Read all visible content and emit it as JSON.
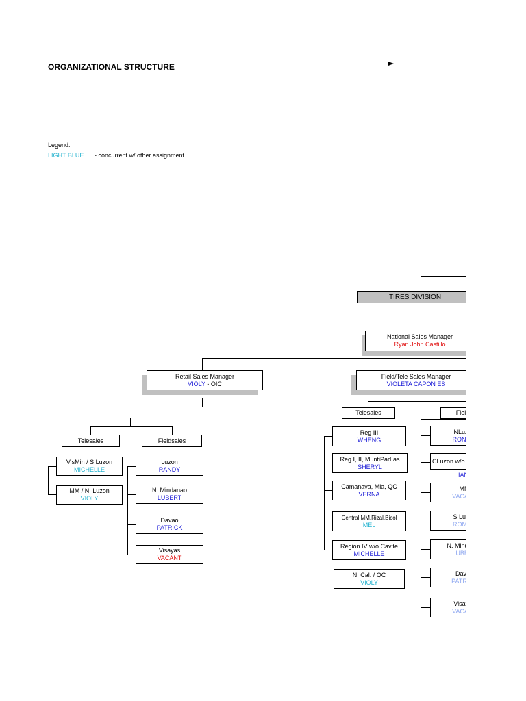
{
  "title": "ORGANIZATIONAL STRUCTURE",
  "legend": {
    "label": "Legend:",
    "key": "LIGHT BLUE",
    "desc": "- concurrent w/ other assignment"
  },
  "division": "TIRES DIVISION",
  "national": {
    "role": "National Sales Manager",
    "name": "Ryan John Castillo"
  },
  "retail": {
    "role": "Retail Sales Manager",
    "name": "VIOLY",
    "suffix": " - OIC",
    "telesales": "Telesales",
    "fieldsales": "Fieldsales",
    "tele_units": [
      {
        "area": "VisMin / S Luzon",
        "name": "MICHELLE"
      },
      {
        "area": "MM / N. Luzon",
        "name": "VIOLY"
      }
    ],
    "field_units": [
      {
        "area": "Luzon",
        "name": "RANDY"
      },
      {
        "area": "N. Mindanao",
        "name": "LUBERT"
      },
      {
        "area": "Davao",
        "name": "PATRICK"
      },
      {
        "area": "Visayas",
        "name": "VACANT"
      }
    ]
  },
  "fieldtele": {
    "role": "Field/Tele Sales Manager",
    "name": "VIOLETA CAPON ES",
    "telesales": "Telesales",
    "fieldsales": "Fieldsales",
    "tele_units": [
      {
        "area": "Reg III",
        "name": "WHENG"
      },
      {
        "area": "Reg I, II, MuntiParLas",
        "name": "SHERYL"
      },
      {
        "area": "Camanava, Mla, QC",
        "name": "VERNA"
      },
      {
        "area": "Central MM,Rizal,Bicol",
        "name": "MEL"
      },
      {
        "area": "Region IV w/o Cavite",
        "name": "MICHELLE"
      },
      {
        "area": "N. Cal. / QC",
        "name": "VIOLY"
      }
    ],
    "field_units": [
      {
        "area": "NLuzon",
        "name": "RONNIE"
      },
      {
        "area": "CLuzon w/o Bulacan",
        "name": "IAN"
      },
      {
        "area": "MM",
        "name": "VACANT"
      },
      {
        "area": "S Luzon",
        "name": "ROMEO"
      },
      {
        "area": "N. Mindanao",
        "name": "LUBERT"
      },
      {
        "area": "Davao",
        "name": "PATRICK"
      },
      {
        "area": "Visayas",
        "name": "VACANT"
      }
    ]
  },
  "colors": {
    "blue": "#1a1ad6",
    "light_blue": "#28b4d0",
    "red": "#e01010",
    "pale_blue": "#8fa8f0",
    "shadow": "#c0c0c0"
  }
}
